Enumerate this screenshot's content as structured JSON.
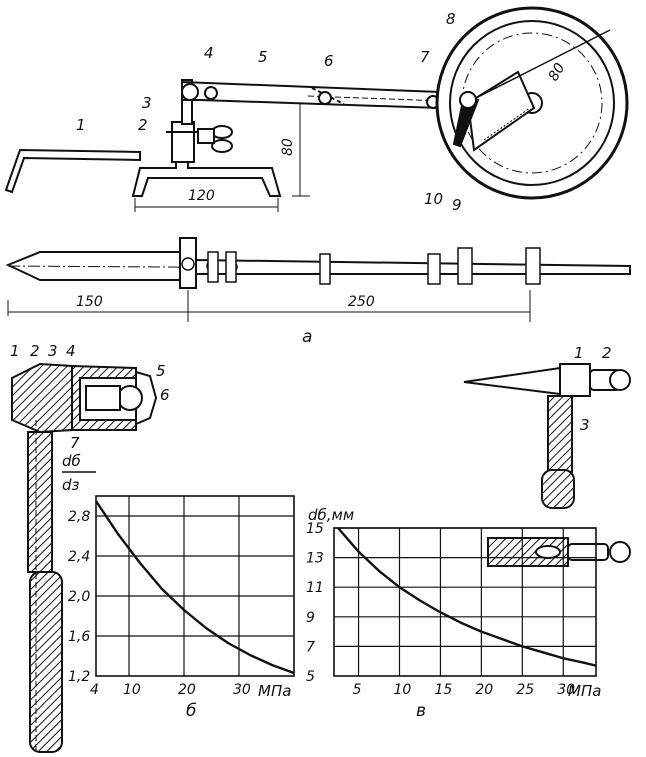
{
  "figure": {
    "panel_labels": {
      "a": "а",
      "b": "б",
      "v": "в"
    },
    "top_callouts": [
      "1",
      "2",
      "3",
      "4",
      "5",
      "6",
      "7",
      "8",
      "9",
      "10"
    ],
    "top_dimensions": {
      "base_width": "120",
      "height": "80",
      "dial": "80",
      "handle_length": "150",
      "lever_length": "250"
    },
    "detail_b_callouts": [
      "1",
      "2",
      "3",
      "4",
      "5",
      "6",
      "7"
    ],
    "detail_v_callouts": [
      "1",
      "2",
      "3"
    ]
  },
  "chart_data": [
    {
      "type": "line",
      "panel": "б",
      "ylabel_num": "dб",
      "ylabel_den": "dз",
      "xlabel": "МПа",
      "x_ticks": [
        "4",
        "10",
        "20",
        "30"
      ],
      "y_ticks": [
        "1,2",
        "1,6",
        "2,0",
        "2,4",
        "2,8"
      ],
      "xlim": [
        4,
        40
      ],
      "ylim": [
        1.2,
        3.0
      ],
      "x": [
        4,
        8,
        12,
        16,
        20,
        24,
        28,
        32,
        36,
        40
      ],
      "y": [
        2.95,
        2.62,
        2.33,
        2.07,
        1.86,
        1.68,
        1.53,
        1.41,
        1.31,
        1.23
      ]
    },
    {
      "type": "line",
      "panel": "в",
      "ylabel": "dб,мм",
      "xlabel": "МПа",
      "x_ticks": [
        "5",
        "10",
        "15",
        "20",
        "25",
        "30"
      ],
      "y_ticks": [
        "5",
        "7",
        "9",
        "11",
        "13",
        "15"
      ],
      "xlim": [
        2,
        34
      ],
      "ylim": [
        5,
        15
      ],
      "x": [
        2.5,
        5,
        7.5,
        10,
        12.5,
        15,
        17.5,
        20,
        22.5,
        25,
        27.5,
        30,
        32.5,
        34
      ],
      "y": [
        15,
        13.4,
        12.1,
        11.0,
        10.1,
        9.3,
        8.6,
        8.0,
        7.5,
        7.0,
        6.6,
        6.2,
        5.9,
        5.7
      ]
    }
  ]
}
